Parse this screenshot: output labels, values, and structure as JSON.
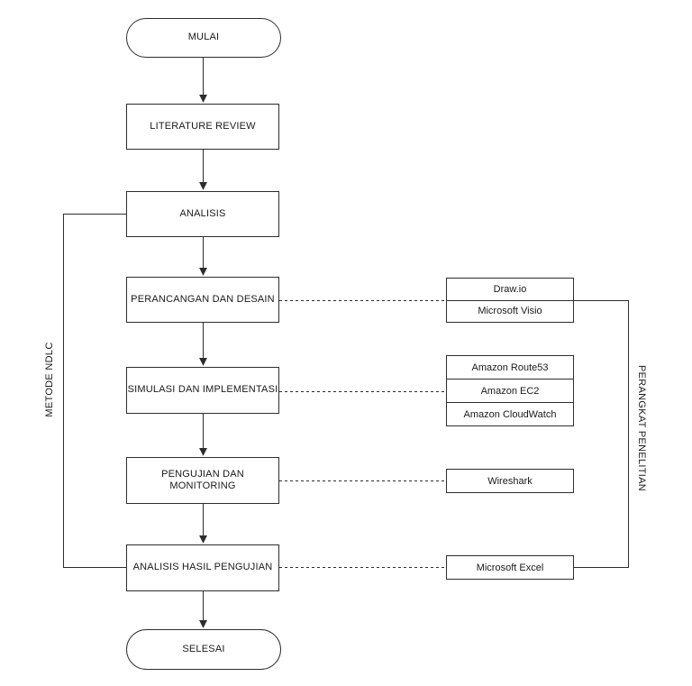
{
  "diagram": {
    "title_hint": "NDLC research method flowchart",
    "colors": {
      "background": "#ffffff",
      "stroke": "#2d2d2d",
      "text": "#1a1a1a"
    },
    "flow_nodes": [
      {
        "label": "MULAI",
        "shape": "terminator"
      },
      {
        "label": "LITERATURE REVIEW",
        "shape": "process"
      },
      {
        "label": "ANALISIS",
        "shape": "process"
      },
      {
        "label": "PERANCANGAN DAN DESAIN",
        "shape": "process"
      },
      {
        "label": "SIMULASI DAN IMPLEMENTASI",
        "shape": "process"
      },
      {
        "label": "PENGUJIAN DAN MONITORING",
        "shape": "process"
      },
      {
        "label": "ANALISIS HASIL PENGUJIAN",
        "shape": "process"
      },
      {
        "label": "SELESAI",
        "shape": "terminator"
      }
    ],
    "tool_groups": [
      {
        "linked_to": "PERANCANGAN DAN DESAIN",
        "items": [
          "Draw.io",
          "Microsoft Visio"
        ]
      },
      {
        "linked_to": "SIMULASI DAN IMPLEMENTASI",
        "items": [
          "Amazon Route53",
          "Amazon EC2",
          "Amazon CloudWatch"
        ]
      },
      {
        "linked_to": "PENGUJIAN DAN MONITORING",
        "items": [
          "Wireshark"
        ]
      },
      {
        "linked_to": "ANALISIS HASIL PENGUJIAN",
        "items": [
          "Microsoft Excel"
        ]
      }
    ],
    "side_labels": {
      "left": "METODE NDLC",
      "right": "PERANGKAT PENELITIAN"
    }
  }
}
